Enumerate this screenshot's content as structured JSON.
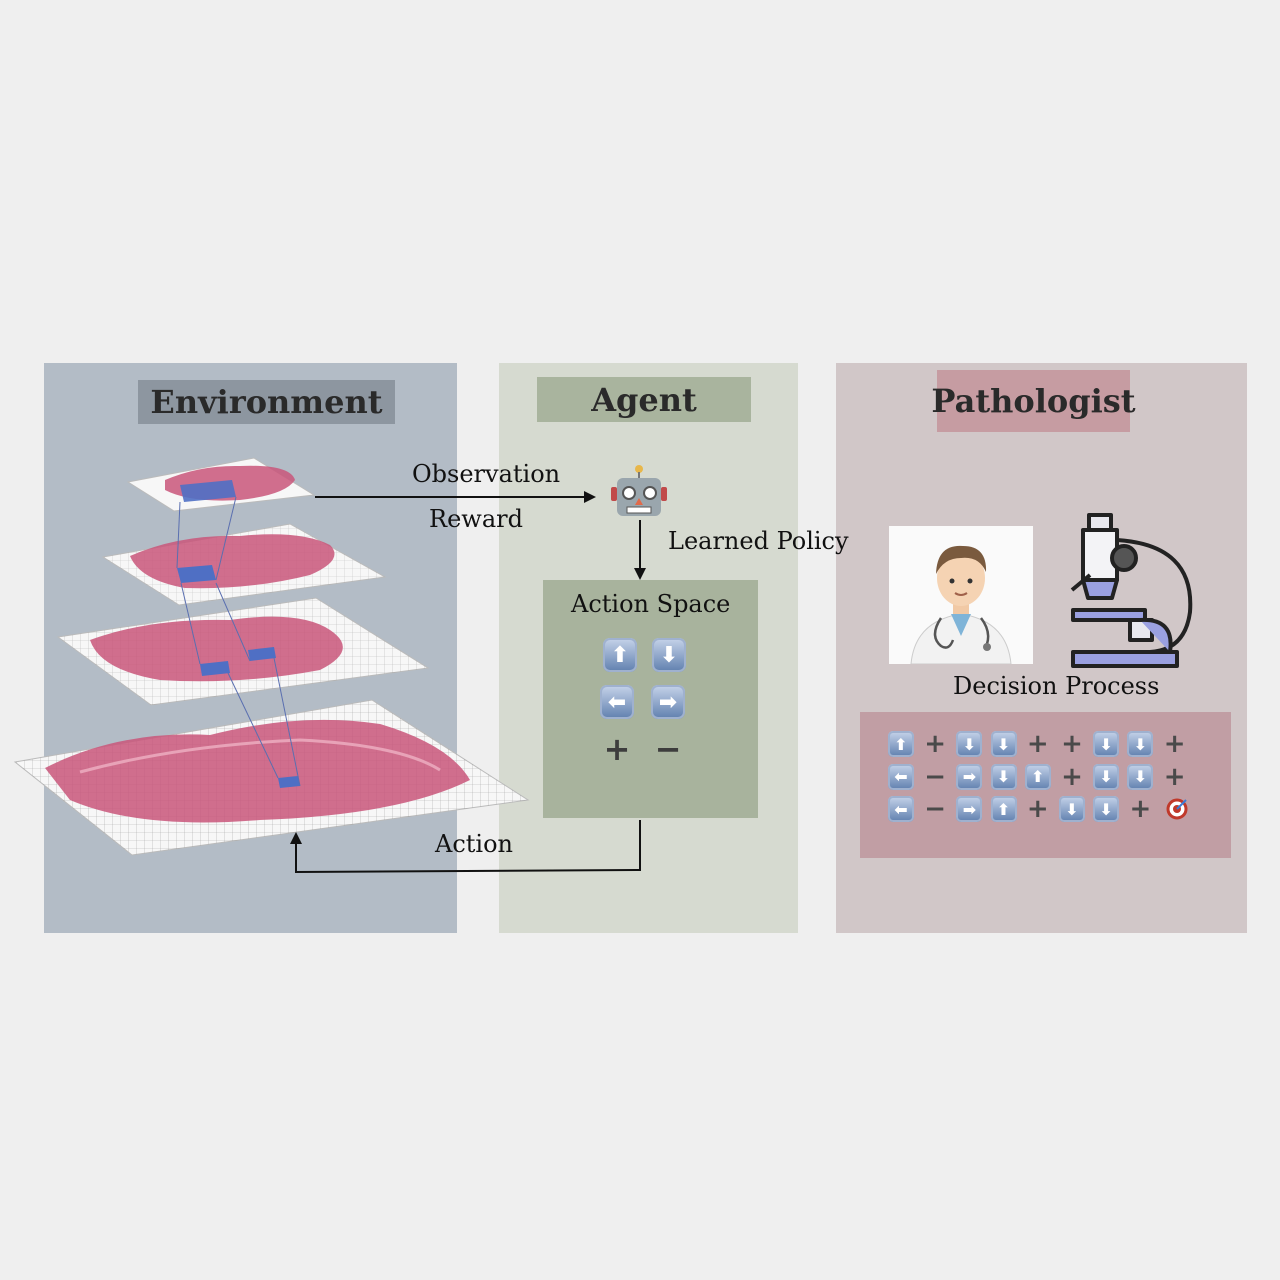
{
  "panels": {
    "environment": {
      "title": "Environment",
      "color": "#b3bcc6"
    },
    "agent": {
      "title": "Agent",
      "color": "#d6dad0"
    },
    "pathologist": {
      "title": "Pathologist",
      "color": "#d1c7c8"
    }
  },
  "labels": {
    "observation": "Observation",
    "reward": "Reward",
    "learned_policy": "Learned Policy",
    "action": "Action",
    "action_space": "Action Space",
    "decision_process": "Decision Process"
  },
  "icons": {
    "robot": "robot-icon",
    "doctor": "doctor-icon",
    "microscope": "microscope-icon",
    "target": "target-icon"
  },
  "action_space": {
    "keys": [
      {
        "name": "up-arrow-key",
        "glyph": "⬆"
      },
      {
        "name": "down-arrow-key",
        "glyph": "⬇"
      },
      {
        "name": "left-arrow-key",
        "glyph": "⬅"
      },
      {
        "name": "right-arrow-key",
        "glyph": "➡"
      }
    ],
    "zoom": [
      "+",
      "−"
    ]
  },
  "decision_sequence": [
    [
      "⬆",
      "+",
      "⬇",
      "⬇",
      "+",
      "+",
      "⬇",
      "⬇",
      "+"
    ],
    [
      "⬅",
      "−",
      "➡",
      "⬇",
      "⬆",
      "+",
      "⬇",
      "⬇",
      "+"
    ],
    [
      "⬅",
      "−",
      "➡",
      "⬆",
      "+",
      "⬇",
      "⬇",
      "+",
      "target"
    ]
  ]
}
